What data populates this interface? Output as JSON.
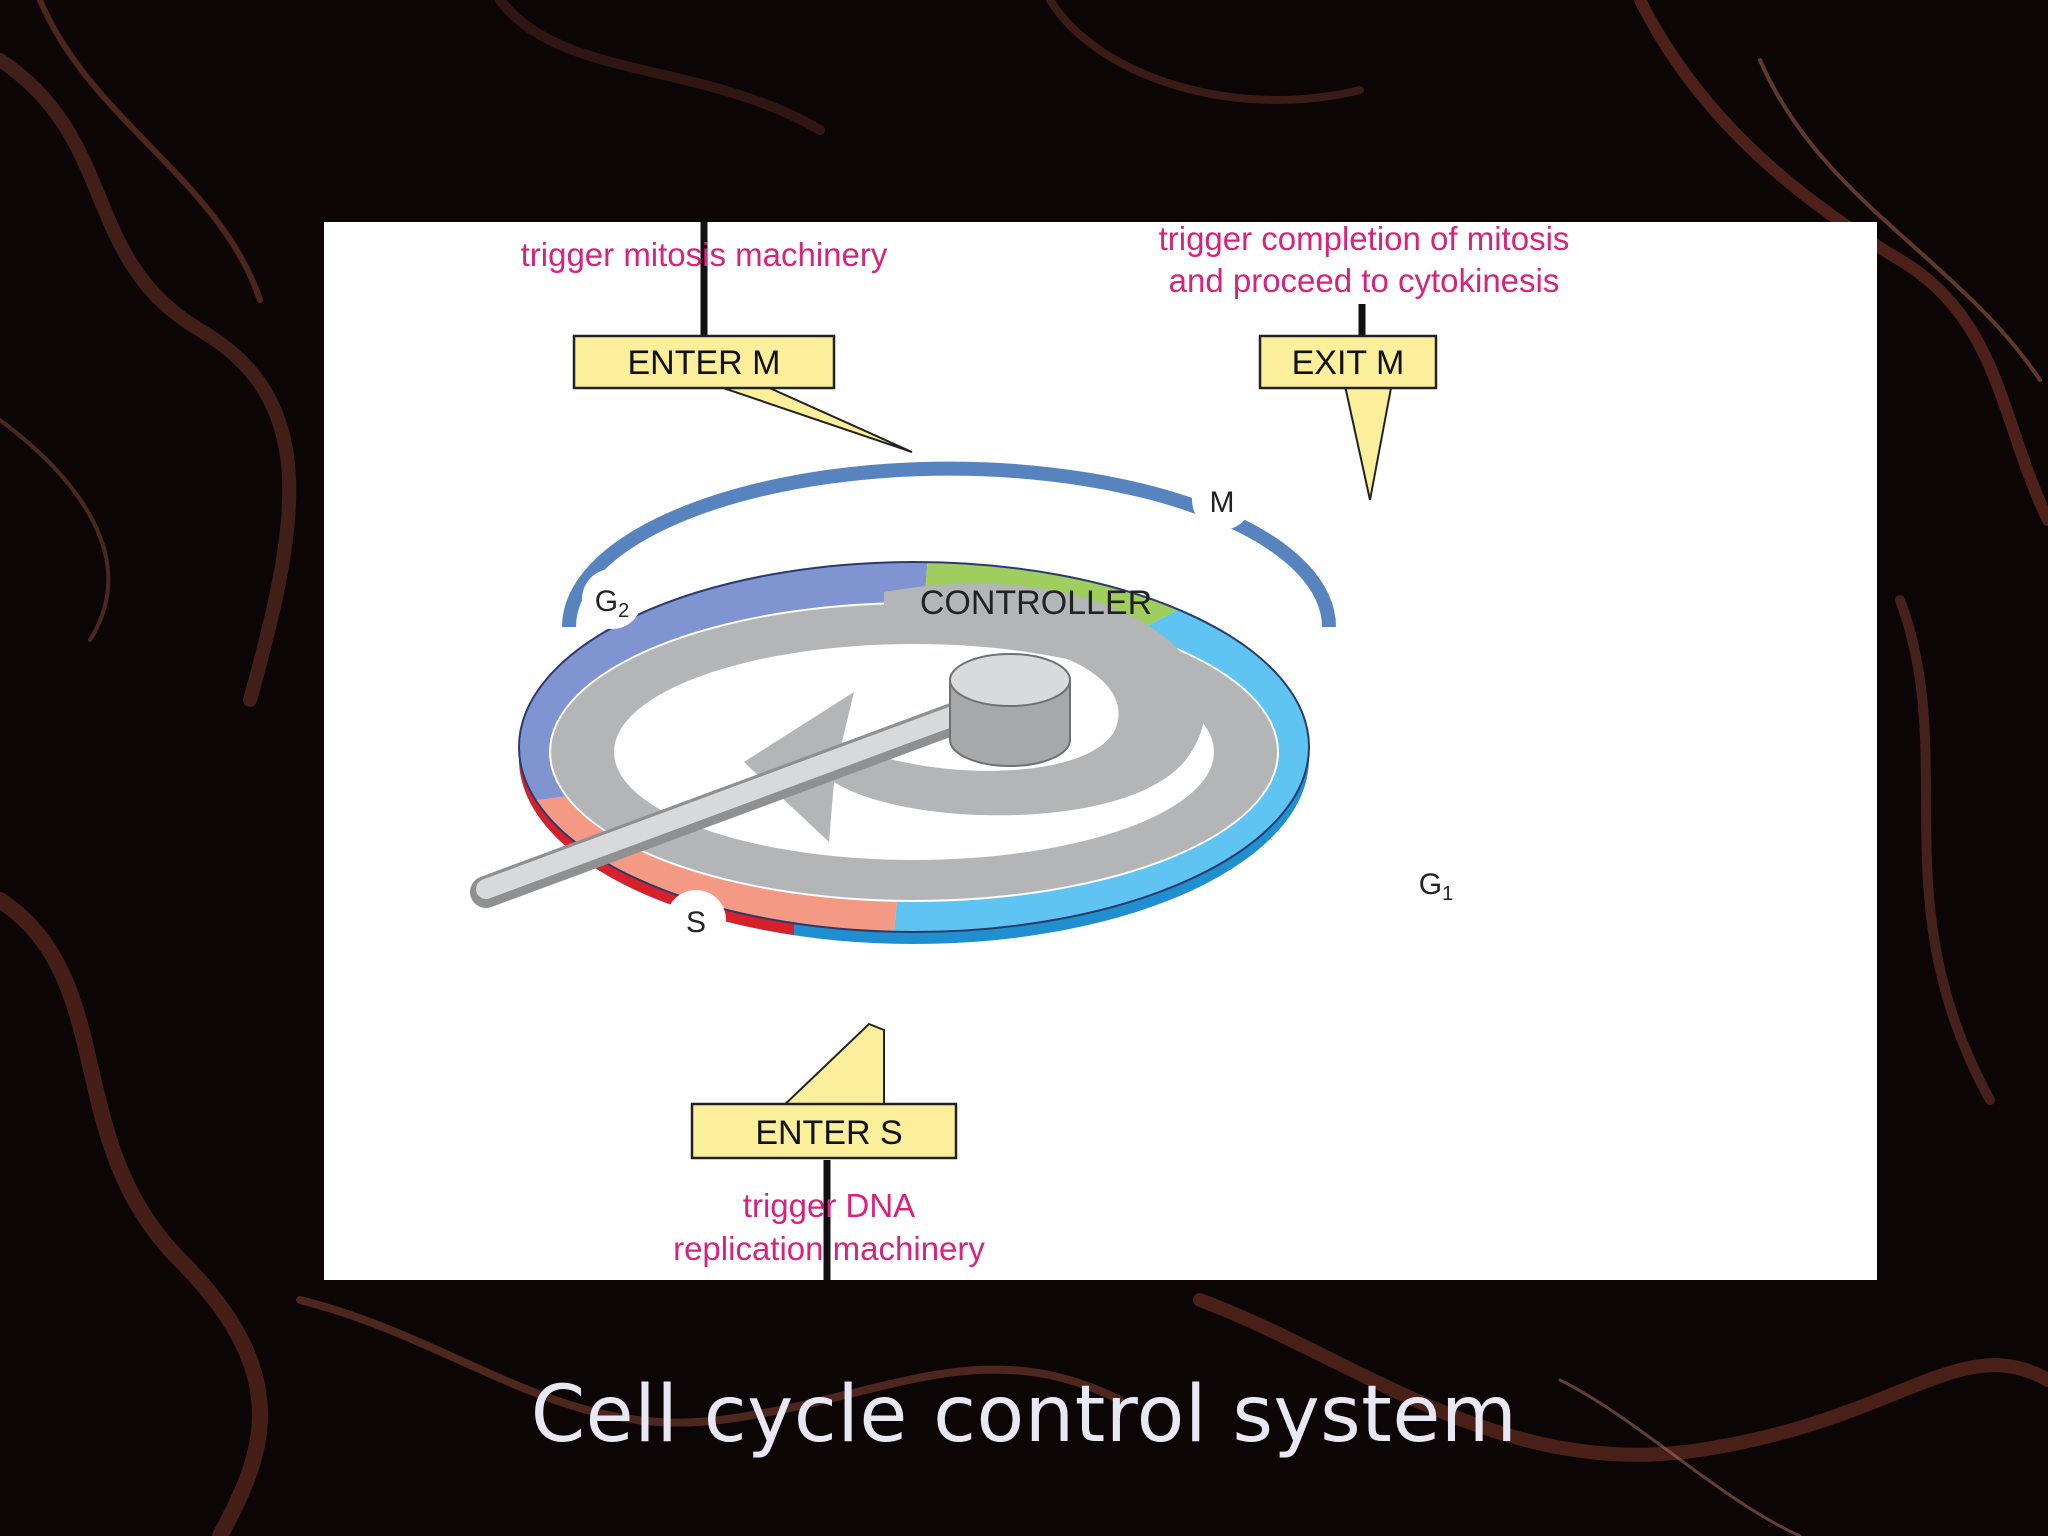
{
  "colors": {
    "phase_g2": "#8094d2",
    "phase_m": "#9fce5e",
    "phase_g1": "#5fc4f2",
    "phase_s": "#f49a84",
    "checkpoint_box": "#fbef9b",
    "trigger_text": "#d6237c",
    "controller_ring": "#b3b5b7"
  },
  "diagram": {
    "center_label": "CONTROLLER",
    "phases": {
      "g2": {
        "letter": "G",
        "sub": "2"
      },
      "m": {
        "letter": "M",
        "sub": ""
      },
      "g1": {
        "letter": "G",
        "sub": "1"
      },
      "s": {
        "letter": "S",
        "sub": ""
      }
    },
    "checkpoints": {
      "enter_m": {
        "label": "ENTER M",
        "trigger": [
          "trigger mitosis machinery"
        ]
      },
      "exit_m": {
        "label": "EXIT M",
        "trigger": [
          "trigger completion of mitosis",
          "and proceed to cytokinesis"
        ]
      },
      "enter_s": {
        "label": "ENTER S",
        "trigger": [
          "trigger DNA",
          "replication machinery"
        ]
      }
    }
  },
  "caption": "Cell cycle control system"
}
